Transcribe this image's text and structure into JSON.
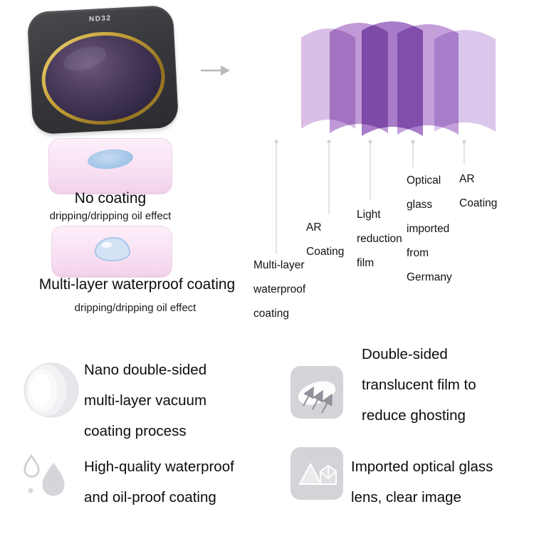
{
  "filter": {
    "model_label": "ND32"
  },
  "layer_diagram": {
    "sheet_colors": [
      "#d9bfe6",
      "#c09ad6",
      "#a87cc8",
      "#c4a0da",
      "#dbc7ec"
    ],
    "labels": [
      "Multi-layer\nwaterproof\ncoating",
      "AR\nCoating",
      "Light\nreduction\nfilm",
      "Optical\nglass\nimported\nfrom\nGermany",
      "AR\nCoating"
    ]
  },
  "coating_comparison": {
    "items": [
      {
        "title": "No coating",
        "subtitle": "dripping/dripping oil effect"
      },
      {
        "title": "Multi-layer waterproof coating",
        "subtitle": "dripping/dripping oil effect"
      }
    ]
  },
  "features": {
    "items": [
      {
        "icon": "nano-coating-icon",
        "text": "Nano double-sided\nmulti-layer vacuum\ncoating process"
      },
      {
        "icon": "translucent-film-icon",
        "text": "Double-sided\ntranslucent film to\nreduce ghosting"
      },
      {
        "icon": "waterproof-drops-icon",
        "text": "High-quality waterproof\nand oil-proof coating"
      },
      {
        "icon": "optical-glass-icon",
        "text": "Imported optical glass\nlens, clear image"
      }
    ]
  }
}
